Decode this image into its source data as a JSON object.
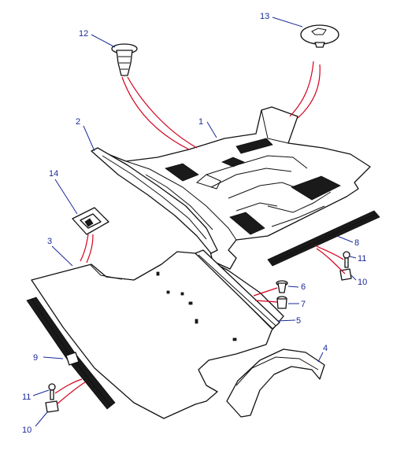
{
  "diagram": {
    "callouts": [
      {
        "id": "c1",
        "text": "1"
      },
      {
        "id": "c2",
        "text": "2"
      },
      {
        "id": "c3",
        "text": "3"
      },
      {
        "id": "c4",
        "text": "4"
      },
      {
        "id": "c5",
        "text": "5"
      },
      {
        "id": "c6",
        "text": "6"
      },
      {
        "id": "c7",
        "text": "7"
      },
      {
        "id": "c8",
        "text": "8"
      },
      {
        "id": "c9",
        "text": "9"
      },
      {
        "id": "c10a",
        "text": "10"
      },
      {
        "id": "c10b",
        "text": "10"
      },
      {
        "id": "c11a",
        "text": "11"
      },
      {
        "id": "c11b",
        "text": "11"
      },
      {
        "id": "c12",
        "text": "12"
      },
      {
        "id": "c13",
        "text": "13"
      },
      {
        "id": "c14",
        "text": "14"
      }
    ],
    "colors": {
      "callout_text": "#1a2a9a",
      "leader_blue": "#1a2a9a",
      "leader_red": "#d4001c",
      "line_art": "#111111"
    }
  }
}
